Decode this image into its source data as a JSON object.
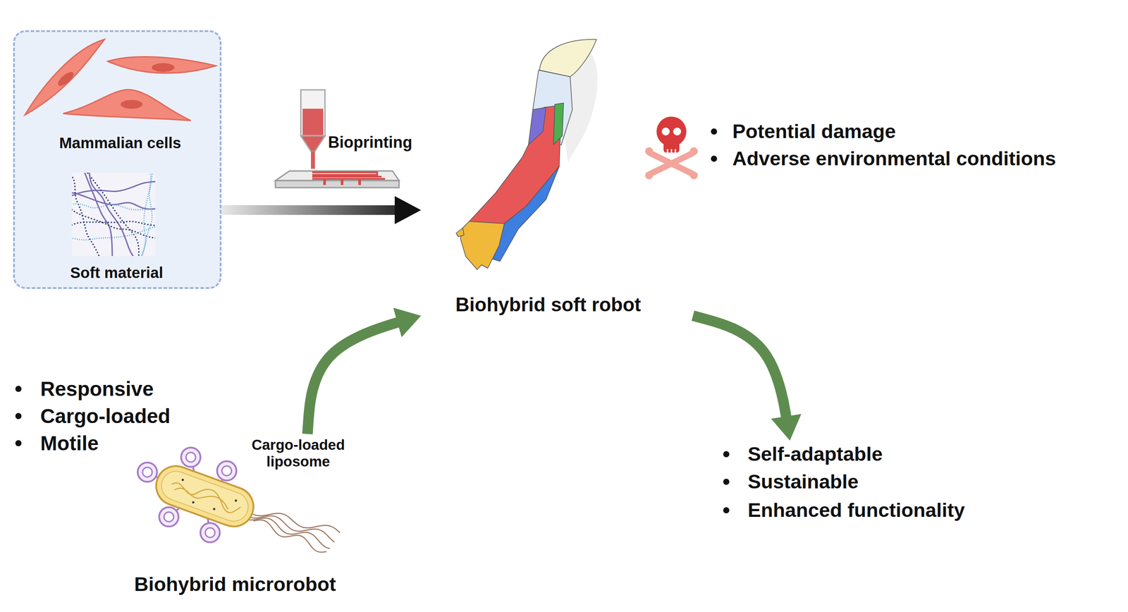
{
  "diagram": {
    "nodes": [
      {
        "text": [
          "Mammalian cells",
          "Soft material"
        ]
      },
      {
        "text": [
          "Biohybrid soft robot"
        ]
      },
      {
        "text": [
          "Cargo-loaded liposome",
          "Biohybrid microrobot"
        ]
      },
      {
        "text": [
          "Self-adaptable",
          "Sustainable",
          "Enhanced functionality"
        ]
      }
    ],
    "edges": [
      {
        "from": 0,
        "to": 1,
        "arrow": "to"
      },
      {
        "from": 2,
        "to": 1,
        "arrow": "to"
      },
      {
        "from": 1,
        "to": 3,
        "arrow": "to"
      }
    ],
    "labels": [
      "Bioprinting",
      "Potential damage",
      "Adverse environmental conditions",
      "Responsive",
      "Cargo-loaded",
      "Motile"
    ]
  }
}
